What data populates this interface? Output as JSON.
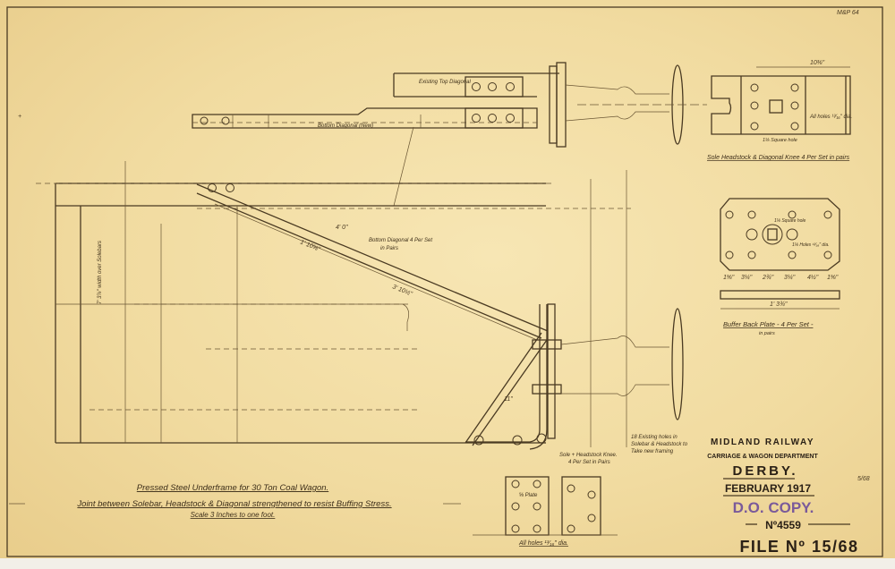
{
  "corner_note": "M&P 64",
  "drawing": {
    "labels": {
      "existing_top_diagonal": "Existing Top Diagonal",
      "bottom_diagonal_new": "Bottom Diagonal (New)",
      "bottom_diagonal_set": "Bottom Diagonal 4 Per Set",
      "bottom_diagonal_set_2": "in Pairs",
      "width_over_solebars": "7' 3⅞\" width over Solebars",
      "four_foot": "4' 0\"",
      "length_diag": "3' 10½\"",
      "length_diag_2": "1' 10⅝\"",
      "solebar_knee": "Sole + Headstock Knee.",
      "solebar_knee_2": "4 Per Set in Pairs",
      "existing_holes": "18 Existing holes in",
      "existing_holes_2": "Solebar & Headstock to",
      "existing_holes_3": "Take new framing",
      "all_holes_bottom": "All holes ¹³⁄₁₆\" dia.",
      "plate_label": "⅝ Plate",
      "dim_11": "11\""
    },
    "detail_knee": {
      "title": "Sole Headstock & Diagonal Knee 4 Per Set in pairs",
      "width": "10⅜\"",
      "holes": "All holes ¹³⁄₁₆\" dia.",
      "square_hole": "1⅛ Square hole"
    },
    "detail_buffer_plate": {
      "title": "Buffer Back Plate - 4 Per Set -",
      "subtitle": "in pairs",
      "square_hole": "1⅛ Square hole",
      "holes": "1⅛ Holes ¹³⁄₁₆\" dia.",
      "overall": "1' 3¾\"",
      "dims": [
        "1⅝\"",
        "3¼\"",
        "2¾\"",
        "3¼\"",
        "4½\"",
        "1⅝\""
      ]
    }
  },
  "captions": {
    "title": "Pressed Steel Underframe for 30 Ton Coal Wagon.",
    "subtitle": "Joint between Solebar, Headstock & Diagonal strengthened to resist Buffing Stress.",
    "scale": "Scale 3 Inches to one foot."
  },
  "title_block": {
    "company": "MIDLAND RAILWAY",
    "department": "CARRIAGE & WAGON DEPARTMENT",
    "place": "DERBY.",
    "date": "FEBRUARY 1917",
    "stamp": "D.O. COPY.",
    "number": "Nº4559",
    "file": "FILE Nº 15/68",
    "pencil_note": "5/68"
  },
  "colors": {
    "paper": "#f1dba0",
    "ink": "#3e2f1a",
    "stamp": "#7a5a9a"
  }
}
